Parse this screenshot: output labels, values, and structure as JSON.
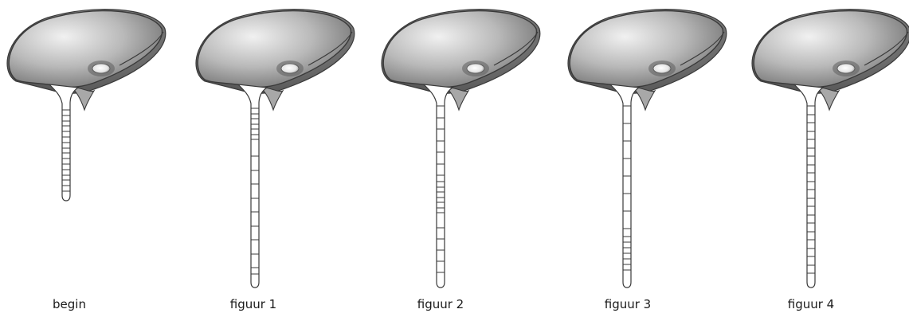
{
  "colors": {
    "outline": "#3a3a3a",
    "cell_light": "#f1f1f1",
    "cell_mid": "#a8a8a8",
    "cell_dark": "#5e5e5e",
    "tube_fill": "#ffffff",
    "caption_text": "#1a1a1a"
  },
  "panels": [
    {
      "caption": "begin",
      "tube_pattern": "short, evenly closely spaced rings"
    },
    {
      "caption": "figuur 1",
      "tube_pattern": "long, rings dense near top, widely spaced below"
    },
    {
      "caption": "figuur 2",
      "tube_pattern": "long, rings dense in the middle"
    },
    {
      "caption": "figuur 3",
      "tube_pattern": "long, rings dense near bottom, widely spaced above"
    },
    {
      "caption": "figuur 4",
      "tube_pattern": "long, rings evenly spaced along the whole tube"
    }
  ]
}
